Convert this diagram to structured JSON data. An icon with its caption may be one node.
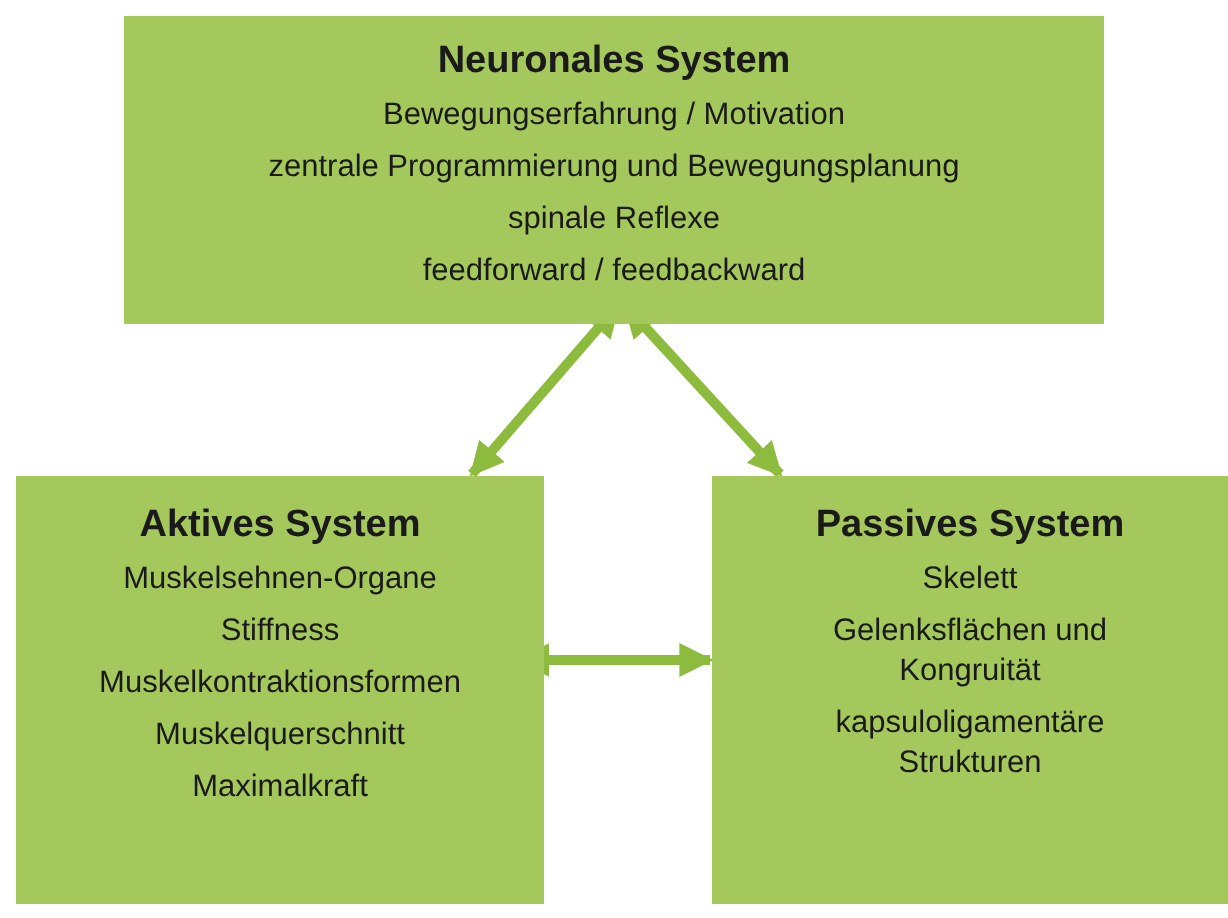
{
  "diagram": {
    "nodes": [
      {
        "text": [
          "Neuronales System",
          "Bewegungserfahrung / Motivation",
          "zentrale Programmierung und Bewegungsplanung",
          "spinale Reflexe",
          "feedforward / feedbackward"
        ]
      },
      {
        "text": [
          "Aktives System",
          "Muskelsehnen-Organe",
          "Stiffness",
          "Muskelkontraktionsformen",
          "Muskelquerschnitt",
          "Maximalkraft"
        ]
      },
      {
        "text": [
          "Passives System",
          "Skelett",
          "Gelenksflächen und Kongruität",
          "kapsuloligamentäre Strukturen"
        ]
      }
    ],
    "edges": [
      {
        "from": 0,
        "to": 1,
        "arrow": "both"
      },
      {
        "from": 0,
        "to": 2,
        "arrow": "both"
      },
      {
        "from": 1,
        "to": 2,
        "arrow": "both"
      }
    ]
  }
}
